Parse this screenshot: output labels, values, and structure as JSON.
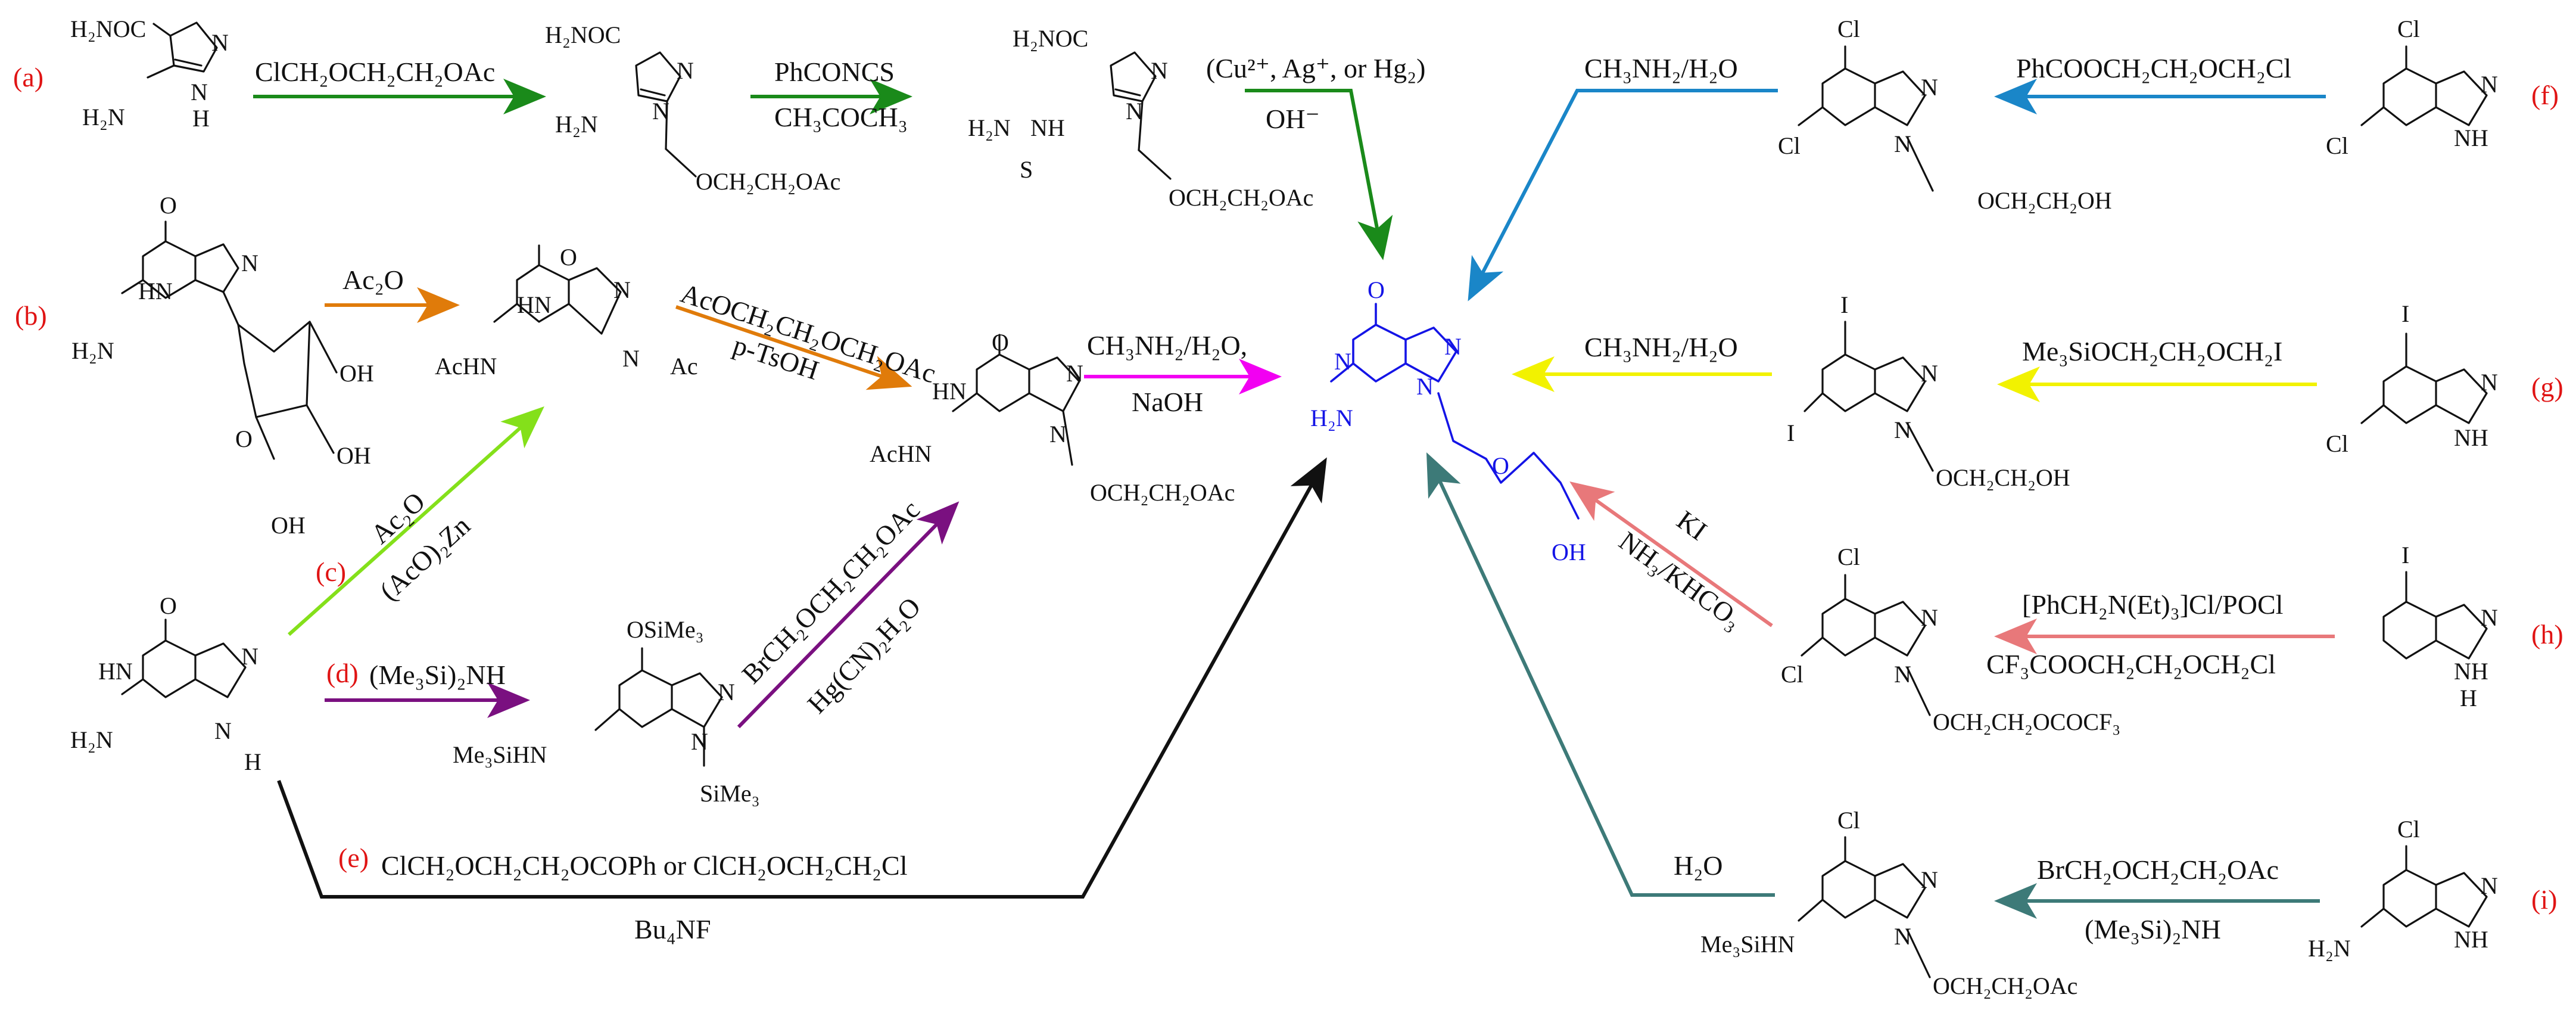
{
  "labels": [
    "(a)",
    "(b)",
    "(c)",
    "(d)",
    "(e)",
    "(f)",
    "(g)",
    "(h)",
    "(i)"
  ],
  "reagents": {
    "a_step1": "ClCH₂OCH₂CH₂OAc",
    "a_step2_top": "PhCONCS",
    "a_step2_bottom": "CH₃COCH₃",
    "a_step3_top": "(Cu²⁺, Ag⁺, or Hg₂)",
    "a_step3_bottom": "OH⁻",
    "b_step1": "Ac₂O",
    "b_step2_top": "AcOCH₂CH₂OCH₂OAc",
    "b_step2_bottom": "p-TsOH",
    "b_step3_top": "CH₃NH₂/H₂O,",
    "b_step3_bottom": "NaOH",
    "c_top": "Ac₂O",
    "c_bottom": "(AcO)₂Zn",
    "d_step1": "(Me₃Si)₂NH",
    "d_step2_top": "BrCH₂OCH₂CH₂OAc",
    "d_step2_bottom": "Hg(CN)₂H₂O",
    "e_top": "ClCH₂OCH₂CH₂OCOPh   or   ClCH₂OCH₂CH₂Cl",
    "e_bottom": "Bu₄NF",
    "f_step1": "PhCOOCH₂CH₂OCH₂Cl",
    "f_step2": "CH₃NH₂/H₂O",
    "g_step1": "Me₃SiOCH₂CH₂OCH₂I",
    "g_step2": "CH₃NH₂/H₂O",
    "h_step1_top": "[PhCH₂N(Et)₃]Cl/POCl",
    "h_step1_bottom": "CF₃COOCH₂CH₂OCH₂Cl",
    "h_step2_top": "KI",
    "h_step2_bottom": "NH₃/KHCO₃",
    "i_step1_top": "BrCH₂OCH₂CH₂OAc",
    "i_step1_bottom": "(Me₃Si)₂NH",
    "i_step2": "H₂O"
  },
  "groups": {
    "h2noc": "H₂NOC",
    "h2n": "H₂N",
    "nh2_thio": "H₂N",
    "s": "S",
    "ochain_ac": "OCH₂CH₂OAc",
    "ochain_oh": "OCH₂CH₂OH",
    "ochain_tfa": "OCH₂CH₂OCOCF₃",
    "achn": "AcHN",
    "ac": "Ac",
    "me3sihn": "Me₃SiHN",
    "osime3": "OSiMe₃",
    "sime3": "SiMe₃",
    "oh": "OH",
    "o": "O",
    "n": "N",
    "nh": "NH",
    "h": "H",
    "hn": "HN",
    "cl": "Cl",
    "i": "I"
  },
  "colors": {
    "label_red": "#e01414",
    "product_blue": "#1414e6",
    "arrow_a": "#1a8a1a",
    "arrow_b1": "#e07b0a",
    "arrow_b3": "#f200f2",
    "arrow_c": "#84e01a",
    "arrow_d": "#7a1080",
    "arrow_e": "#111111",
    "arrow_f": "#1a86c8",
    "arrow_g": "#f2f200",
    "arrow_h": "#e8787a",
    "arrow_i": "#3d7a78"
  }
}
